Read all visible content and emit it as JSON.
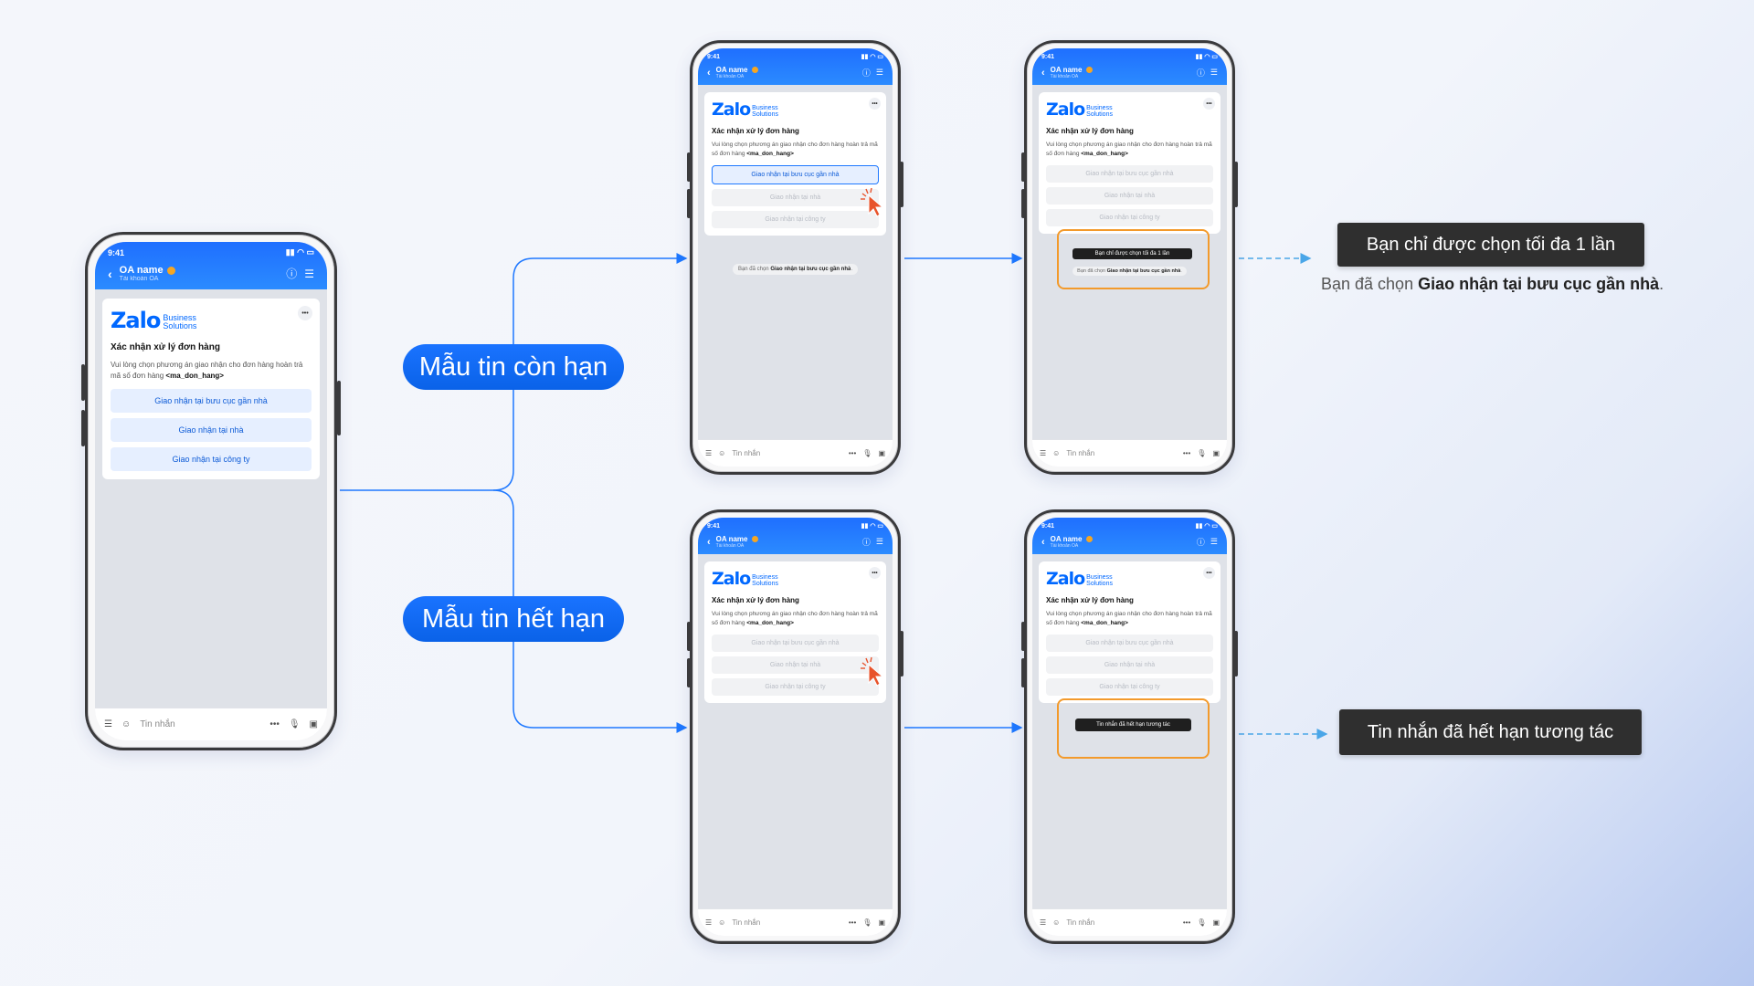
{
  "colors": {
    "accent": "#1e78ff",
    "highlight": "#f39a2b",
    "tooltip_bg": "#2f2f2f",
    "connector": "#1e78ff"
  },
  "phone": {
    "time": "9:41",
    "oa_name": "OA name",
    "oa_subtitle": "Tài khoản OA",
    "logo_main": "Zalo",
    "logo_sub1": "Business",
    "logo_sub2": "Solutions",
    "card_title": "Xác nhận xử lý đơn hàng",
    "card_desc": "Vui lòng chọn phương án giao nhận cho đơn hàng hoàn trả mã số đơn hàng",
    "card_code": "<ma_don_hang>",
    "more_label": "•••",
    "options": [
      "Giao nhận tại bưu cục gần nhà",
      "Giao nhận tại nhà",
      "Giao nhận tại công ty"
    ],
    "input_placeholder": "Tin nhắn",
    "input_dots": "•••",
    "icons": [
      "back-icon",
      "info-icon",
      "list-icon",
      "menu-icon",
      "emoji-icon",
      "mic-icon",
      "image-icon",
      "cursor-click-icon"
    ]
  },
  "labels": {
    "valid": "Mẫu tin còn hạn",
    "expired": "Mẫu tin hết hạn"
  },
  "notes": {
    "selected_prefix": "Bạn đã chọn",
    "selected_option": "Giao nhận tại bưu cục gần nhà",
    "selected_suffix": ".",
    "limit_tip": "Bạn chỉ được chọn tối đa 1 lần",
    "expired_tip": "Tin nhắn đã hết hạn tương tác"
  }
}
